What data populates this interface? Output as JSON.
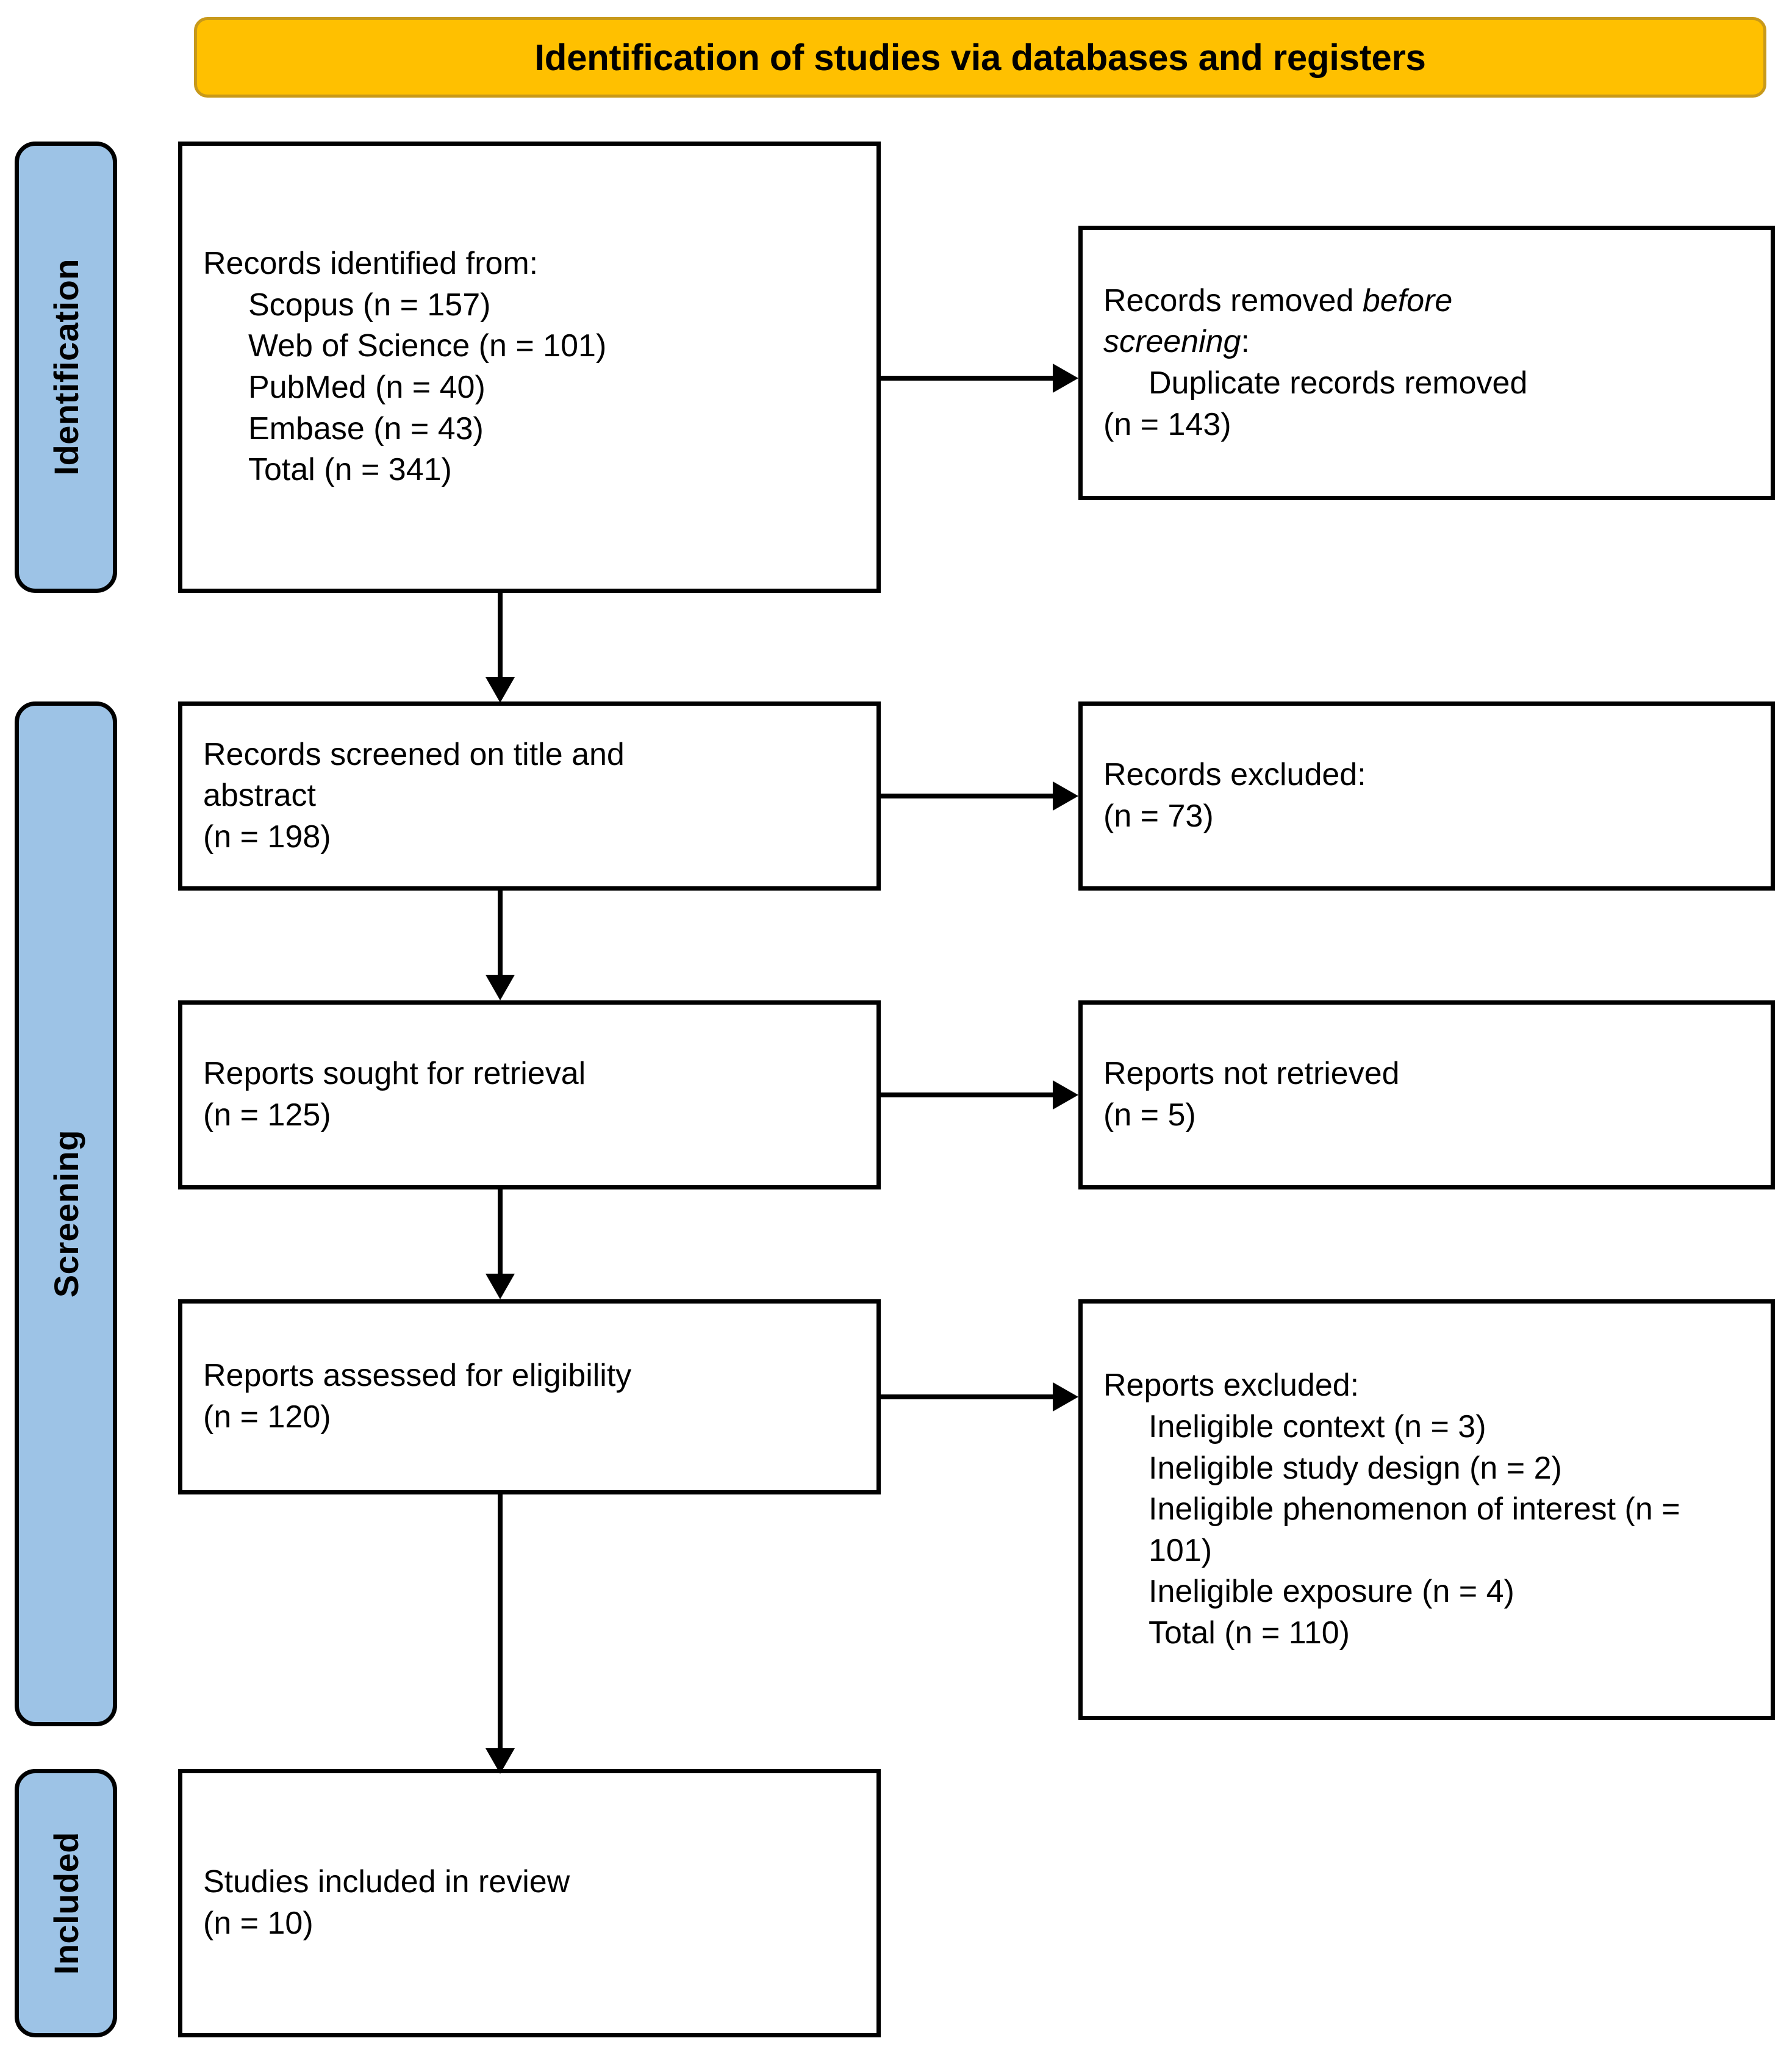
{
  "header": {
    "title": "Identification of studies via databases and registers",
    "bg_color": "#FFC000"
  },
  "stages": [
    {
      "id": "identification",
      "label": "Identification",
      "bg_color": "#9DC3E6"
    },
    {
      "id": "screening",
      "label": "Screening",
      "bg_color": "#9DC3E6"
    },
    {
      "id": "included",
      "label": "Included",
      "bg_color": "#9DC3E6"
    }
  ],
  "nodes": {
    "identified": {
      "title": "Records identified from:",
      "items": [
        "Scopus (n = 157)",
        "Web of Science (n = 101)",
        "PubMed (n = 40)",
        "Embase (n = 43)",
        "Total (n = 341)"
      ]
    },
    "removed": {
      "title_part1": "Records removed ",
      "title_italic1": "before",
      "title_italic2": "screening",
      "title_part2": ":",
      "item1": "Duplicate records removed",
      "item2": "(n = 143)"
    },
    "screened": {
      "line1": "Records screened on title and",
      "line2": "abstract",
      "line3": "(n = 198)"
    },
    "records_excluded": {
      "line1": "Records excluded:",
      "line2": "(n = 73)"
    },
    "sought": {
      "line1": "Reports sought for retrieval",
      "line2": "(n = 125)"
    },
    "not_retrieved": {
      "line1": "Reports not retrieved",
      "line2": "(n = 5)"
    },
    "assessed": {
      "line1": "Reports assessed for eligibility",
      "line2": "(n = 120)"
    },
    "reports_excluded": {
      "title": "Reports excluded:",
      "items": [
        "Ineligible context (n = 3)",
        "Ineligible study design (n = 2)",
        "Ineligible phenomenon of interest (n = 101)",
        "Ineligible exposure (n = 4)",
        "Total (n = 110)"
      ]
    },
    "included": {
      "line1": "Studies included in review",
      "line2": "(n = 10)"
    }
  },
  "chart_data": {
    "type": "diagram",
    "title": "Identification of studies via databases and registers",
    "flow": [
      {
        "stage": "Identification",
        "node": "Records identified from databases",
        "n": 341,
        "breakdown": {
          "Scopus": 157,
          "Web of Science": 101,
          "PubMed": 40,
          "Embase": 43
        }
      },
      {
        "stage": "Identification",
        "node": "Duplicate records removed before screening",
        "n": 143
      },
      {
        "stage": "Screening",
        "node": "Records screened on title and abstract",
        "n": 198
      },
      {
        "stage": "Screening",
        "node": "Records excluded",
        "n": 73
      },
      {
        "stage": "Screening",
        "node": "Reports sought for retrieval",
        "n": 125
      },
      {
        "stage": "Screening",
        "node": "Reports not retrieved",
        "n": 5
      },
      {
        "stage": "Screening",
        "node": "Reports assessed for eligibility",
        "n": 120
      },
      {
        "stage": "Screening",
        "node": "Reports excluded",
        "n": 110,
        "breakdown": {
          "Ineligible context": 3,
          "Ineligible study design": 2,
          "Ineligible phenomenon of interest": 101,
          "Ineligible exposure": 4
        }
      },
      {
        "stage": "Included",
        "node": "Studies included in review",
        "n": 10
      }
    ]
  }
}
